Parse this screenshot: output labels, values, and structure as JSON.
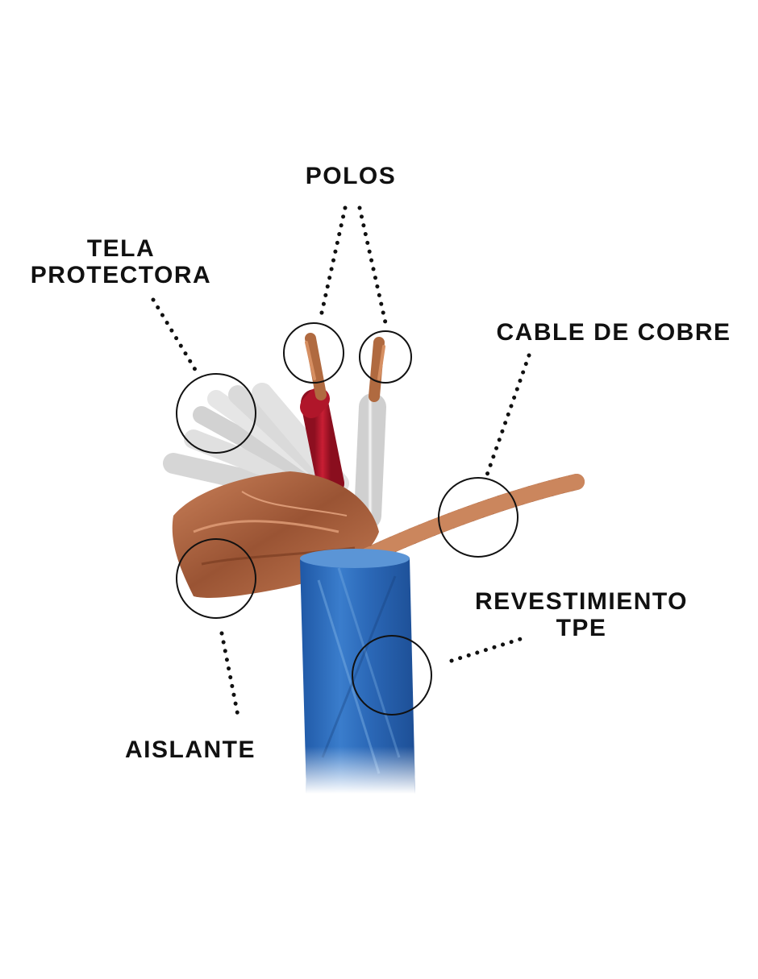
{
  "labels": {
    "polos": "POLOS",
    "tela_line1": "TELA",
    "tela_line2": "PROTECTORA",
    "cable_cobre": "CABLE DE COBRE",
    "revestimiento_line1": "REVESTIMIENTO",
    "revestimiento_line2": "TPE",
    "aislante": "AISLANTE"
  },
  "colors": {
    "jacket_blue": "#2f6fbf",
    "copper": "#b56a45",
    "red_wire": "#b0162a",
    "white_wire": "#e9e9e9",
    "fabric": "#dcdcdc",
    "ink": "#111111"
  }
}
